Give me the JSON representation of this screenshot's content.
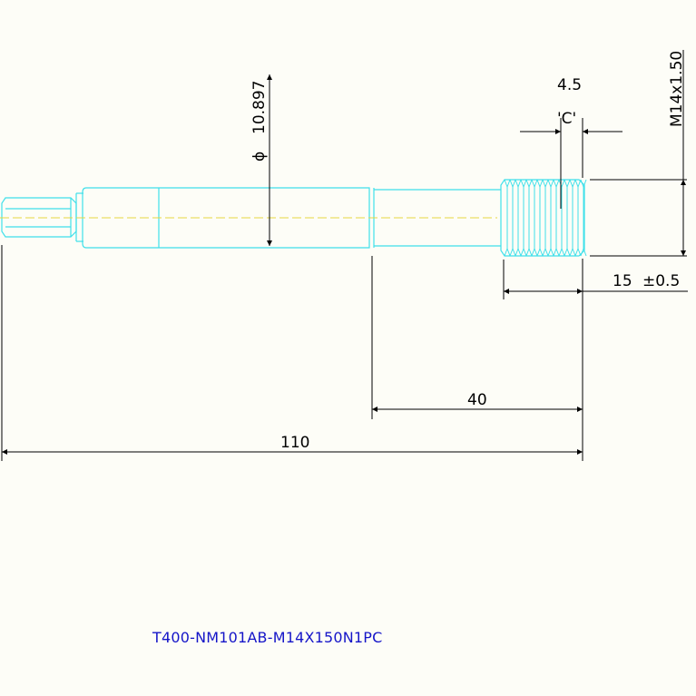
{
  "drawing": {
    "diameter_symbol": "ϕ",
    "diameter_value": "10.897",
    "groove_width": "4.5",
    "groove_label": "'C'",
    "thread_spec": "M14x1.50",
    "thread_length": "15",
    "thread_tolerance": "±0.5",
    "dim_40": "40",
    "dim_110": "110",
    "part_number": "T400-NM101AB-M14X150N1PC"
  },
  "colors": {
    "part_outline": "#3fe0ea",
    "centerline": "#e6d640",
    "dimension": "#000000",
    "part_number": "#1515c8",
    "background": "#fdfdf7"
  }
}
